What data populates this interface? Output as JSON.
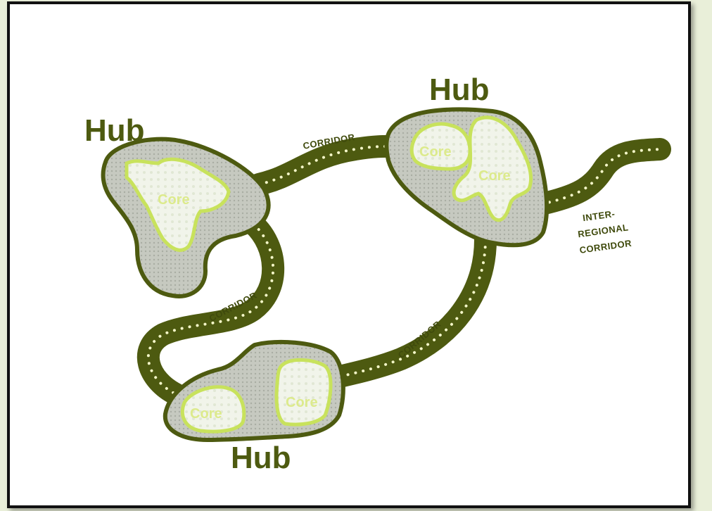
{
  "diagram": {
    "hub_label": "Hub",
    "core_label": "Core",
    "corridor_label": "CORRIDOR",
    "interregional_lines": [
      "INTER-",
      "REGIONAL",
      "CORRIDOR"
    ]
  },
  "colors": {
    "background": "#e9efd9",
    "frame": "#111111",
    "road": "#4d5a10",
    "core_outline": "#c8e25c",
    "hub_fill": "#c9ccc4"
  }
}
